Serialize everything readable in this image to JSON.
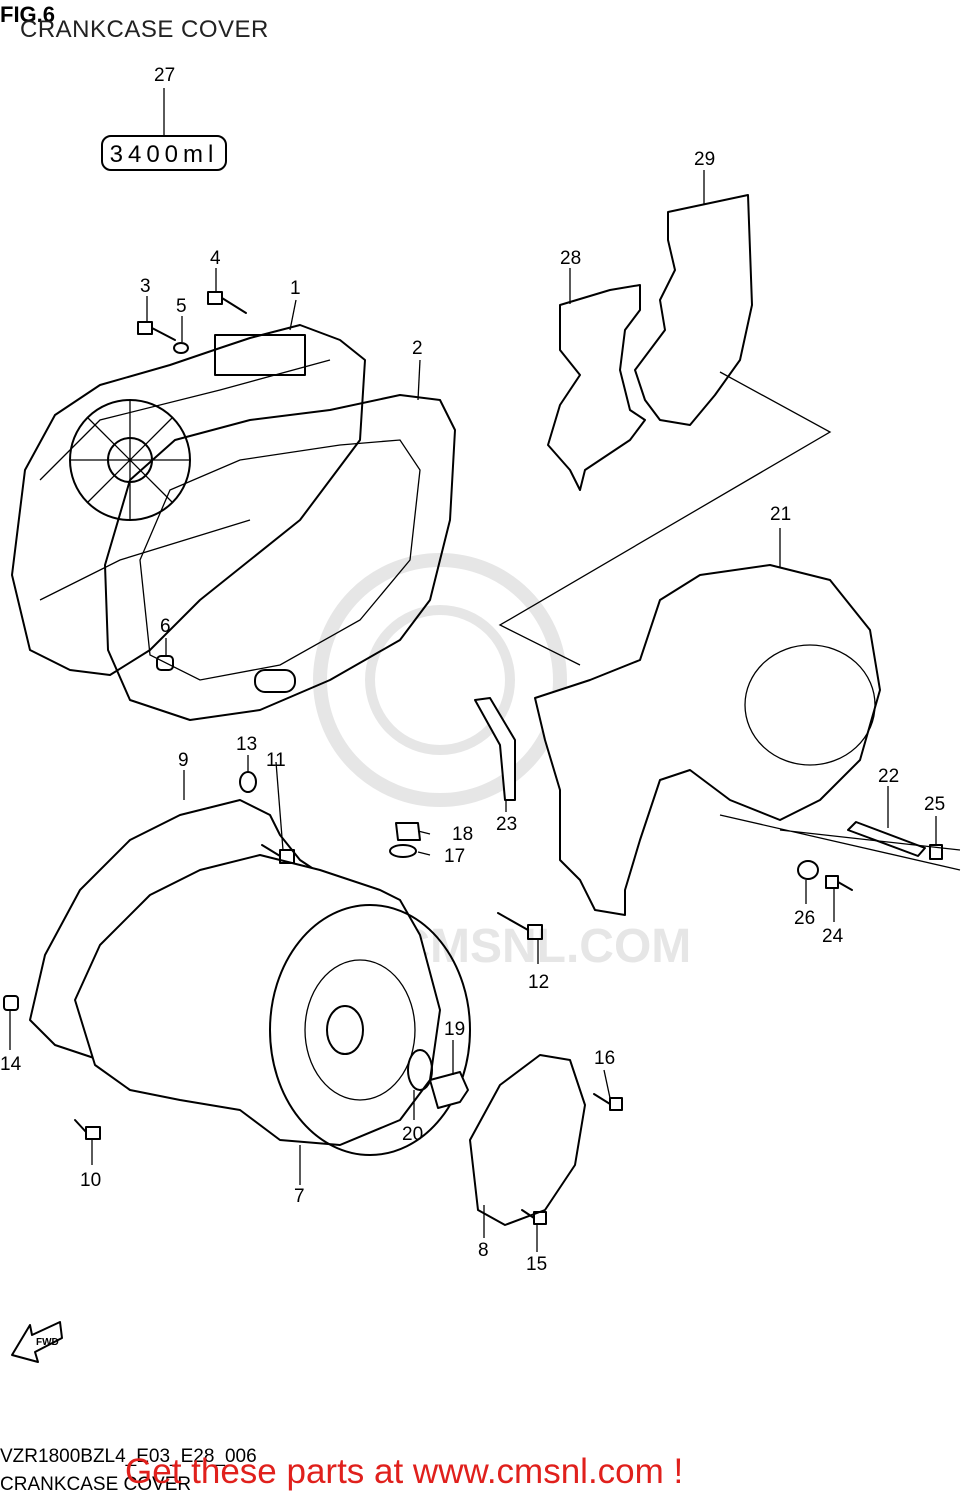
{
  "header": {
    "fig_number": "FIG.6",
    "title": "CRANKCASE COVER"
  },
  "callout_labels": [
    "1",
    "2",
    "3",
    "4",
    "5",
    "6",
    "7",
    "8",
    "9",
    "10",
    "11",
    "12",
    "13",
    "14",
    "15",
    "16",
    "17",
    "18",
    "19",
    "20",
    "21",
    "22",
    "23",
    "24",
    "25",
    "26",
    "27",
    "28",
    "29"
  ],
  "sealant": {
    "label": "3400ml"
  },
  "watermark": {
    "text": "WWW.CMSNL.COM"
  },
  "orientation": {
    "arrow_text": "FWD"
  },
  "footer": {
    "diagram_code": "VZR1800BZL4_E03_E28_006",
    "diagram_name": "CRANKCASE COVER",
    "cta": "Get these parts at www.cmsnl.com !"
  },
  "colors": {
    "lines": "#000000",
    "cta": "#e0201c",
    "watermark": "#c8c8c8"
  }
}
